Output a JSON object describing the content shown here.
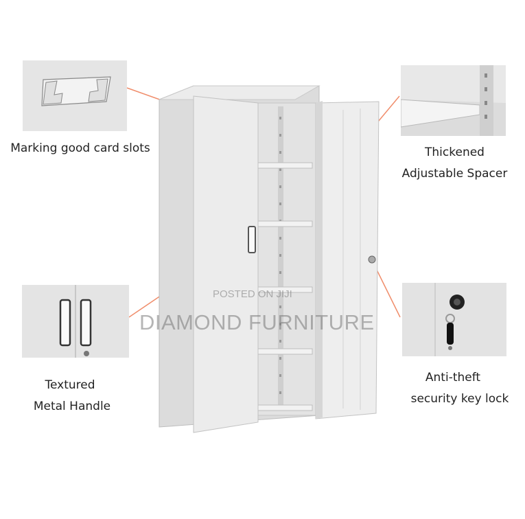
{
  "callouts": {
    "card_slots": "Marking good card slots",
    "spacer_line1": "Thickened",
    "spacer_line2": "Adjustable Spacer",
    "handle_line1": "Textured",
    "handle_line2": "Metal Handle",
    "lock_line1": "Anti-theft",
    "lock_line2": "security key lock"
  },
  "watermark": {
    "posted": "POSTED ON JIJI",
    "brand": "DIAMOND FURNITURE"
  },
  "colors": {
    "pointer": "#f08d6b",
    "cabinet": "#e8e8e8",
    "cabinet_shadow": "#c9c9c9"
  }
}
